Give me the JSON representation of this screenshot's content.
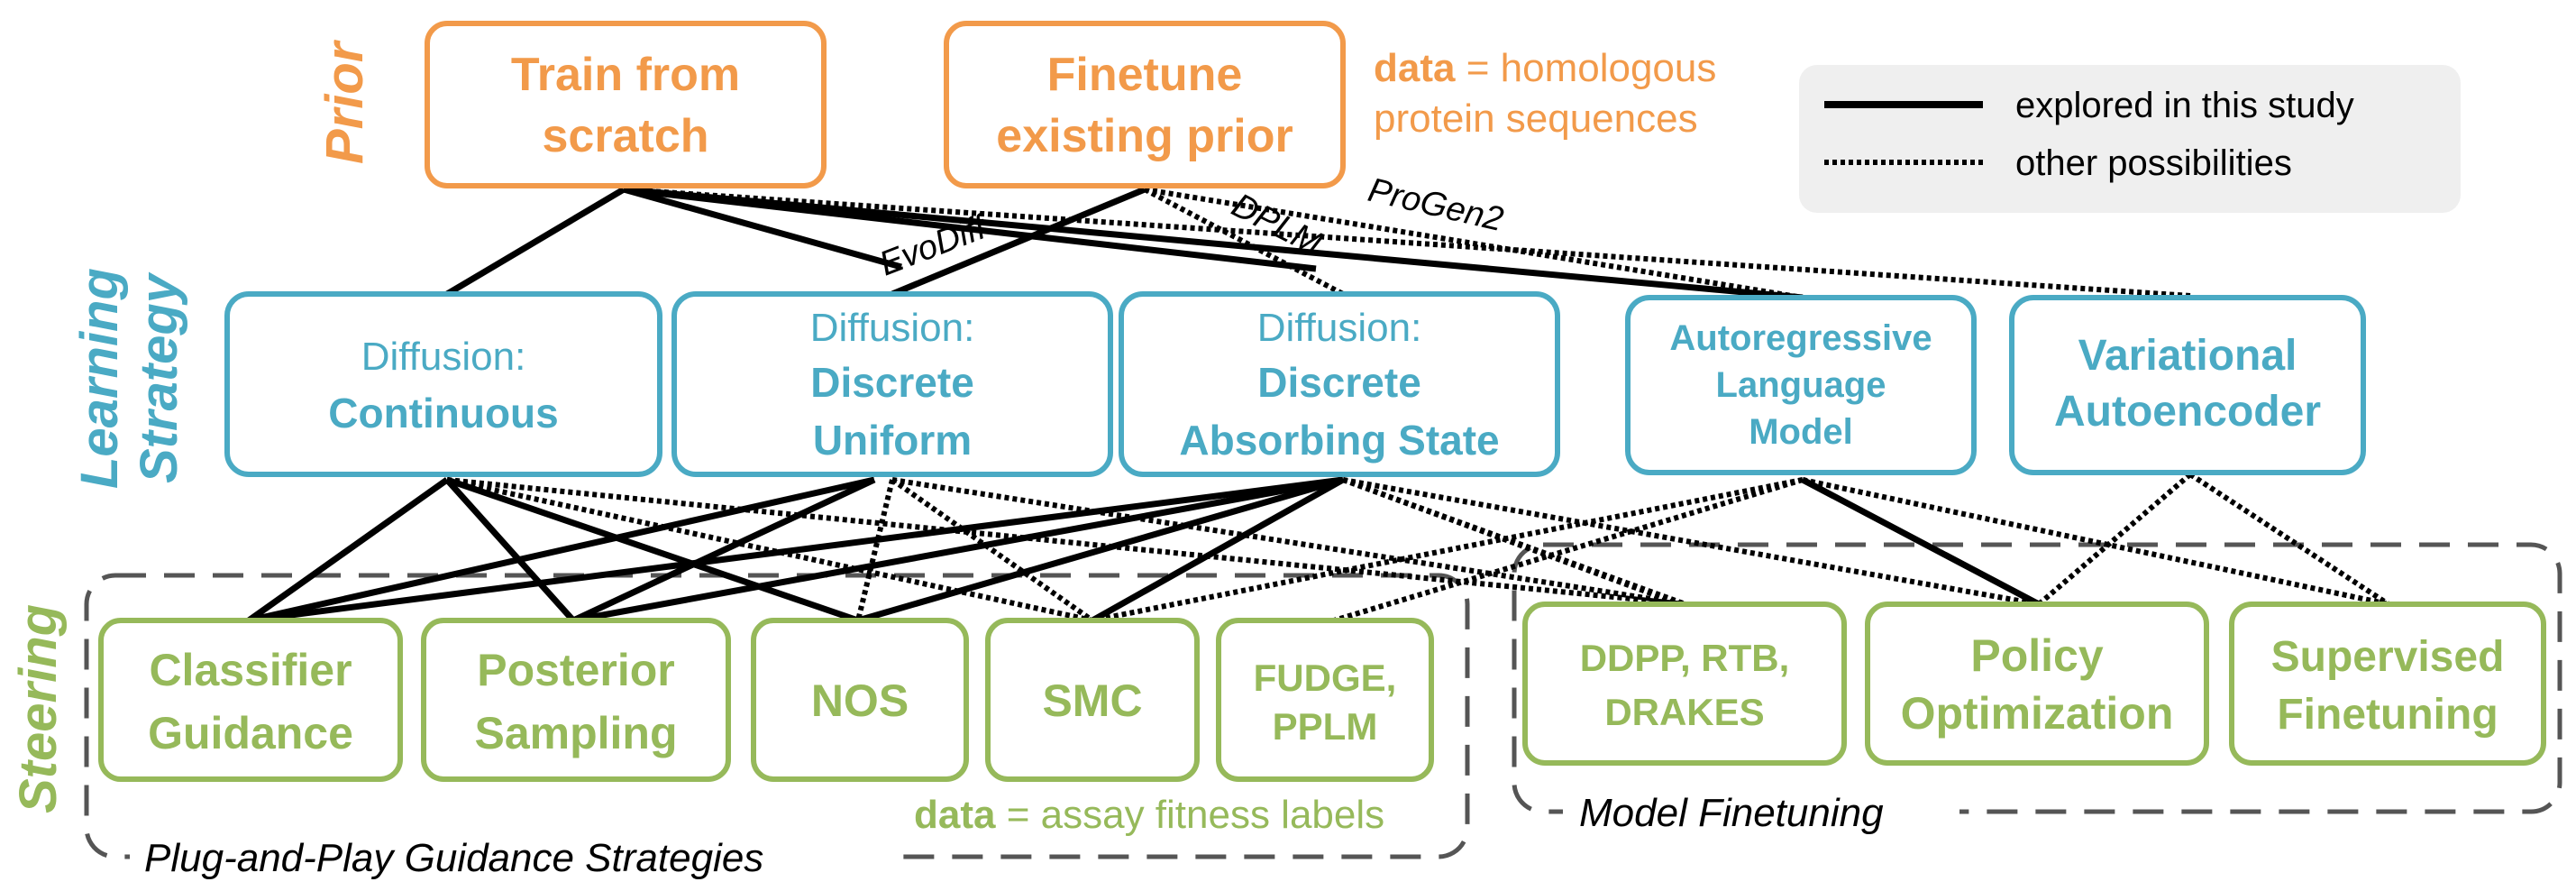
{
  "colors": {
    "prior": "#f29a4a",
    "learning": "#4aaac4",
    "steering": "#96b95a",
    "text_dark": "#000000",
    "legend_bg": "#efefef",
    "group_border": "#555555"
  },
  "levels": {
    "prior": "Prior",
    "learning": [
      "Learning",
      "Strategy"
    ],
    "steering": "Steering"
  },
  "prior_boxes": {
    "scratch": {
      "line1": "Train from",
      "line2": "scratch"
    },
    "finetune": {
      "line1": "Finetune",
      "line2": "existing prior"
    }
  },
  "prior_note": {
    "bold": "data",
    "rest1": " = homologous",
    "rest2": "protein sequences"
  },
  "legend": {
    "solid": "explored in this study",
    "dotted": "other possibilities"
  },
  "learning_boxes": {
    "continuous": {
      "line1": "Diffusion:",
      "line2": "Continuous"
    },
    "uniform": {
      "line1": "Diffusion:",
      "line2": "Discrete",
      "line3": "Uniform"
    },
    "absorbing": {
      "line1": "Diffusion:",
      "line2": "Discrete",
      "line3": "Absorbing State"
    },
    "autoregressive": {
      "line1": "Autoregressive",
      "line2": "Language",
      "line3": "Model"
    },
    "vae": {
      "line1": "Variational",
      "line2": "Autoencoder"
    }
  },
  "edge_labels": {
    "evodiff": "EvoDiff",
    "dplm": "DPLM",
    "progen2": "ProGen2"
  },
  "steering_boxes": {
    "classifier": {
      "line1": "Classifier",
      "line2": "Guidance"
    },
    "posterior": {
      "line1": "Posterior",
      "line2": "Sampling"
    },
    "nos": {
      "line1": "NOS"
    },
    "smc": {
      "line1": "SMC"
    },
    "fudge": {
      "line1": "FUDGE,",
      "line2": "PPLM"
    },
    "ddpp": {
      "line1": "DDPP, RTB,",
      "line2": "DRAKES"
    },
    "policy": {
      "line1": "Policy",
      "line2": "Optimization"
    },
    "supervised": {
      "line1": "Supervised",
      "line2": "Finetuning"
    }
  },
  "steering_note": {
    "bold": "data",
    "rest": " = assay fitness labels"
  },
  "groups": {
    "plug_and_play": "Plug-and-Play Guidance Strategies",
    "model_finetuning": "Model Finetuning"
  }
}
